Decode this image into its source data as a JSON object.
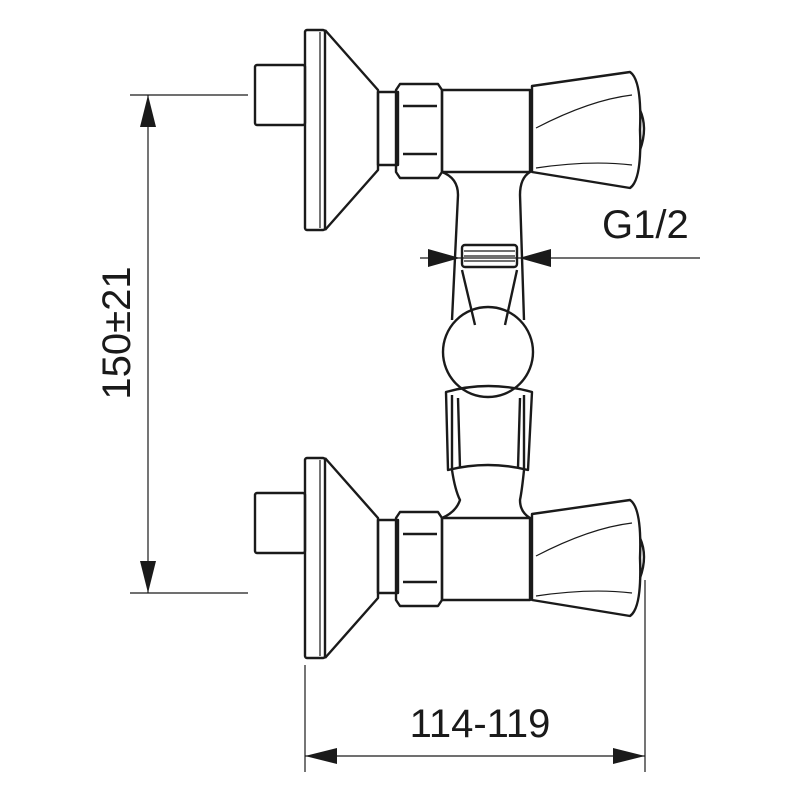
{
  "drawing": {
    "height_dimension": "150±21",
    "width_dimension": "114-119",
    "thread_label": "G1/2"
  }
}
